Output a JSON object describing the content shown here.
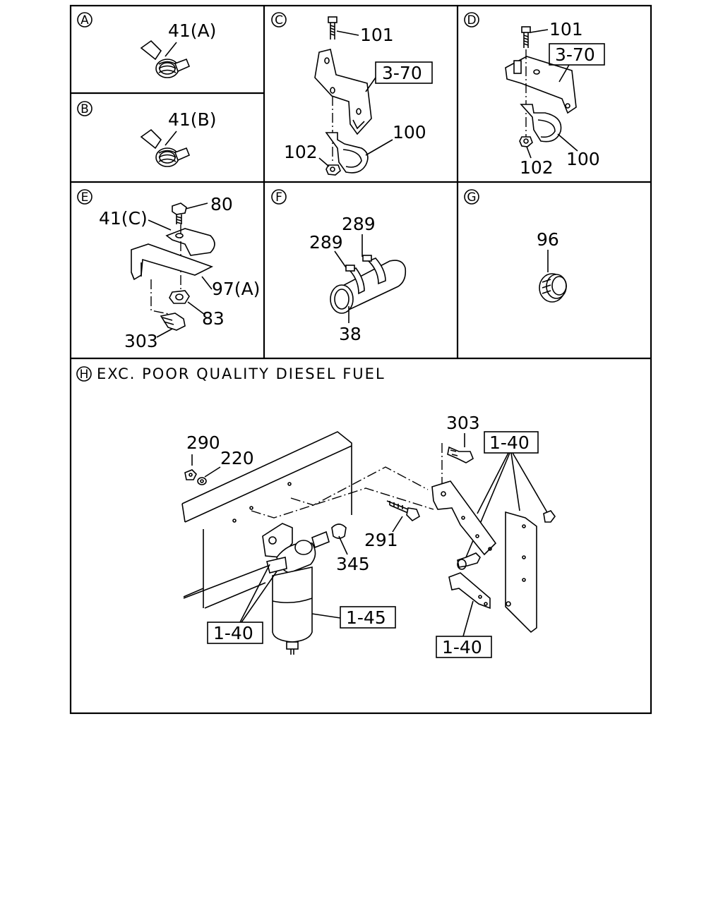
{
  "panels": {
    "A": {
      "letter": "A",
      "labels": {
        "p41a": "41(A)"
      }
    },
    "B": {
      "letter": "B",
      "labels": {
        "p41b": "41(B)"
      }
    },
    "C": {
      "letter": "C",
      "labels": {
        "p101": "101",
        "ref370": "3-70",
        "p102": "102",
        "p100": "100"
      }
    },
    "D": {
      "letter": "D",
      "labels": {
        "p101": "101",
        "ref370": "3-70",
        "p100": "100",
        "p102": "102"
      }
    },
    "E": {
      "letter": "E",
      "labels": {
        "p80": "80",
        "p41c": "41(C)",
        "p97a": "97(A)",
        "p83": "83",
        "p303": "303"
      }
    },
    "F": {
      "letter": "F",
      "labels": {
        "p289a": "289",
        "p289b": "289",
        "p38": "38"
      }
    },
    "G": {
      "letter": "G",
      "labels": {
        "p96": "96"
      }
    },
    "H": {
      "letter": "H",
      "title": "EXC. POOR QUALITY DIESEL FUEL",
      "labels": {
        "p290": "290",
        "p220": "220",
        "p303": "303",
        "ref140a": "1-40",
        "p291": "291",
        "p345": "345",
        "ref145": "1-45",
        "ref140b": "1-40",
        "ref140c": "1-40"
      }
    }
  }
}
